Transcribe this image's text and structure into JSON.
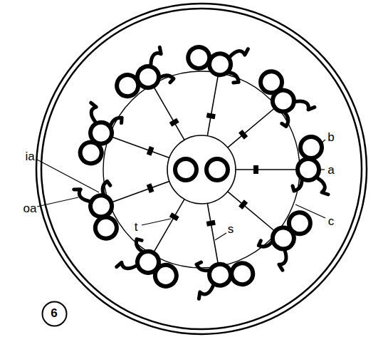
{
  "diagram": {
    "nodes": [
      {
        "text": [
          "6"
        ]
      }
    ],
    "labels": [
      "ia",
      "oa",
      "b",
      "a",
      "c",
      "t",
      "s"
    ]
  }
}
